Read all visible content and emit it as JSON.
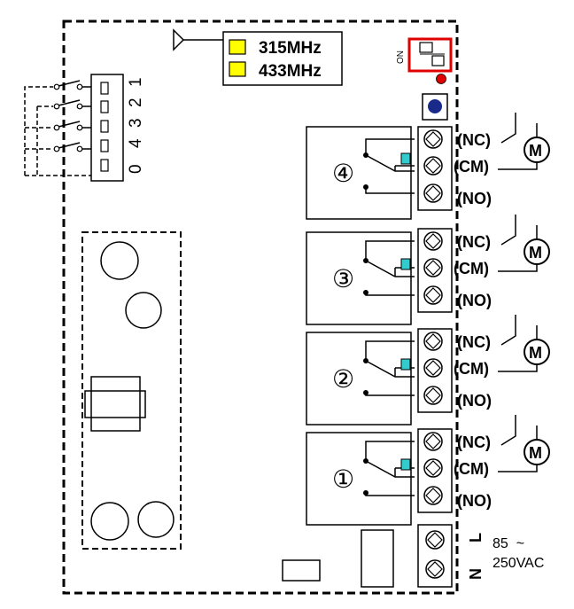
{
  "frequencies": {
    "f1": "315MHz",
    "f2": "433MHz",
    "swatch_color": "#ffff00"
  },
  "dip_switch": {
    "on_label": "ON",
    "frame_color": "#e00000",
    "led_color": "#e00000"
  },
  "learn_button": {
    "color": "#1a2a8a"
  },
  "channel_dip": {
    "labels": [
      "0",
      "4",
      "3",
      "2",
      "1"
    ]
  },
  "relays": [
    {
      "number": "④",
      "nc": "(NC)",
      "cm": "(CM)",
      "no": "(NO)",
      "motor": "M"
    },
    {
      "number": "③",
      "nc": "(NC)",
      "cm": "(CM)",
      "no": "(NO)",
      "motor": "M"
    },
    {
      "number": "②",
      "nc": "(NC)",
      "cm": "(CM)",
      "no": "(NO)",
      "motor": "M"
    },
    {
      "number": "①",
      "nc": "(NC)",
      "cm": "(CM)",
      "no": "(NO)",
      "motor": "M"
    }
  ],
  "relay_indicator_color": "#33cccc",
  "power": {
    "l": "L",
    "n": "N",
    "range_line1": "85  ~",
    "range_line2": "250VAC"
  }
}
